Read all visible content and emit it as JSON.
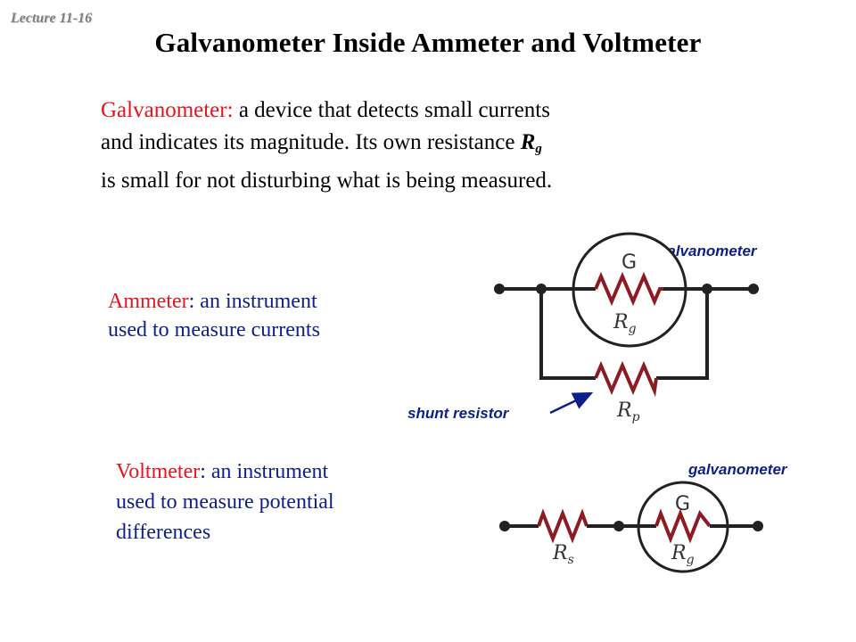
{
  "lecture": "Lecture 11-16",
  "title": "Galvanometer Inside Ammeter and Voltmeter",
  "intro": {
    "term": "Galvanometer:",
    "line1_rest": " a device that detects small currents",
    "line2": "and indicates its magnitude. Its own resistance ",
    "rg_symbol": "R",
    "rg_sub": "g",
    "line3": "is small for not disturbing what is being measured."
  },
  "ammeter": {
    "term": "Ammeter",
    "desc_line1": ": an instrument",
    "desc_line2": "used to measure currents"
  },
  "voltmeter": {
    "term": "Voltmeter",
    "desc_line1": ": an instrument",
    "desc_line2": "used to measure potential",
    "desc_line3": "differences"
  },
  "labels": {
    "galvanometer_top": "galvanometer",
    "galvanometer_bottom": "galvanometer",
    "shunt_resistor": "shunt resistor"
  },
  "circuit": {
    "g_label": "G",
    "r_symbol": "R",
    "rg_sub": "g",
    "rp_sub": "p",
    "rs_sub": "s"
  },
  "colors": {
    "term_red": "#e8141e",
    "text_blue": "#0d1f8c",
    "resistor": "#8c1c23"
  }
}
